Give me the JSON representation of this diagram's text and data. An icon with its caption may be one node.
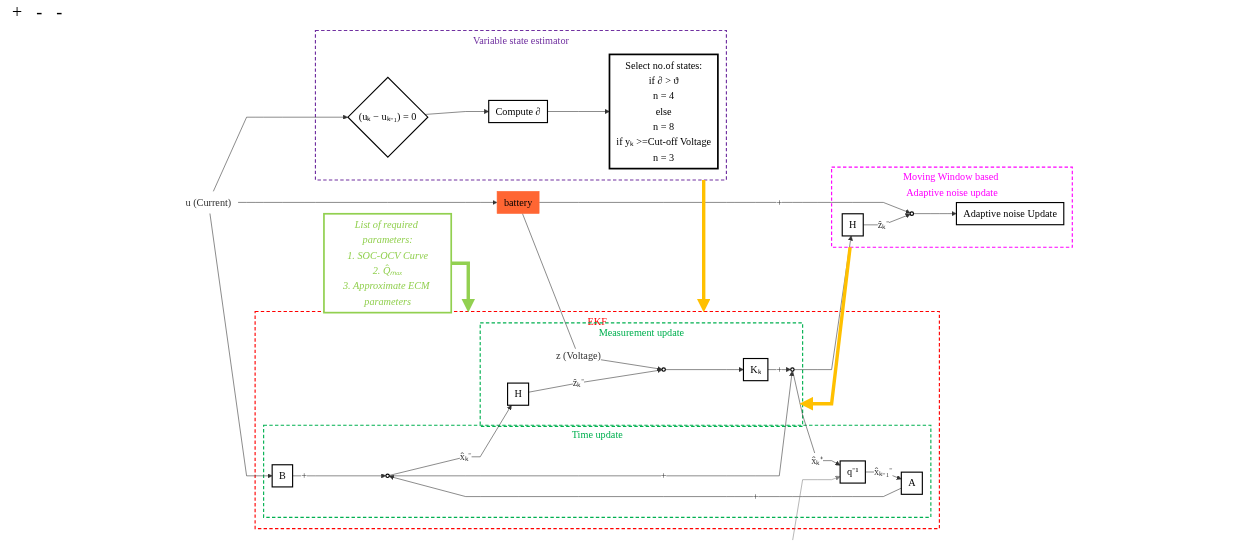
{
  "diagram": {
    "nodes": [
      {
        "text": [
          "EKF"
        ]
      },
      {
        "text": [
          "Time update"
        ],
        "in": 0
      },
      {
        "text": [
          "Measurement update"
        ],
        "in": 0
      },
      {
        "text": [
          "Variable state estimator"
        ]
      },
      {
        "text": [
          "Moving Window based Adaptive noise update"
        ]
      },
      {
        "text": [
          "u (Current)"
        ]
      },
      {
        "text": [
          "battery"
        ]
      },
      {
        "text": [
          "List of required parameters:",
          "1. SOC-OCV Curve",
          "2. Q̂ₘₐₓ",
          "3. Approximate ECM parameters"
        ]
      },
      {
        "text": [
          "B"
        ],
        "in": 1
      },
      {
        "text": [],
        "shape": "circle",
        "in": 1
      },
      {
        "text": [
          "A"
        ],
        "in": 1
      },
      {
        "text": [
          "q⁻¹"
        ],
        "in": 1
      },
      {
        "text": [
          "H"
        ],
        "in": 2
      },
      {
        "text": [],
        "shape": "circle",
        "in": 2
      },
      {
        "text": [],
        "shape": "circle",
        "in": 2
      },
      {
        "text": [
          "Kₖ"
        ],
        "in": 2
      },
      {
        "text": [
          "(uₖ − uₖ₋₁) = 0"
        ],
        "in": 3
      },
      {
        "text": [
          "Compute ∂"
        ],
        "in": 3
      },
      {
        "text": [
          "Select no.of states:",
          "if ∂ > ϑ",
          "n = 4",
          "else",
          "n = 8",
          "if yₖ >=Cut-off Voltage",
          "n = 3"
        ],
        "in": 3
      },
      {
        "text": [
          "H"
        ],
        "in": 4
      },
      {
        "text": [],
        "shape": "circle",
        "in": 4
      },
      {
        "text": [
          "Adaptive noise Update"
        ],
        "in": 4
      }
    ],
    "edges": [
      {
        "from": 5,
        "to": 6,
        "arrow": "to"
      },
      {
        "from": 5,
        "to": 8,
        "arrow": "to"
      },
      {
        "from": 5,
        "to": 16,
        "arrow": "to"
      },
      {
        "from": 6,
        "to": 13,
        "arrow": "to",
        "label": "z (Voltage)"
      },
      {
        "from": 6,
        "to": 20,
        "arrow": "to",
        "label": "+"
      },
      {
        "from": 8,
        "to": 9,
        "arrow": "to",
        "label": "+"
      },
      {
        "from": 10,
        "to": 9,
        "arrow": "to",
        "label": "+"
      },
      {
        "from": 9,
        "to": 12,
        "arrow": "to",
        "label": "x̂ₖ⁻"
      },
      {
        "from": 9,
        "to": 14,
        "arrow": "to",
        "label": "+"
      },
      {
        "from": 12,
        "to": 13,
        "arrow": "to",
        "label": "ẑₖ⁻"
      },
      {
        "from": 13,
        "to": 15,
        "arrow": "to"
      },
      {
        "from": 15,
        "to": 14,
        "arrow": "to",
        "label": "+"
      },
      {
        "from": 14,
        "to": 11,
        "arrow": "to",
        "label": "x̂ₖ⁺"
      },
      {
        "from": 11,
        "to": 10,
        "arrow": "to",
        "label": "x̂ₖ₋₁⁻"
      },
      {
        "from": null,
        "to": 11,
        "arrow": "to",
        "color": "#808080"
      },
      {
        "from": 14,
        "to": 19,
        "arrow": "to"
      },
      {
        "from": 19,
        "to": 20,
        "arrow": "to",
        "label": "ẑₖ⁻"
      },
      {
        "from": 20,
        "to": 21,
        "arrow": "to"
      },
      {
        "from": 16,
        "to": 17,
        "arrow": "to"
      },
      {
        "from": 17,
        "to": 18,
        "arrow": "to"
      },
      {
        "from": 7,
        "to": 0,
        "arrow": "to",
        "style": "thick",
        "color": "#92d050"
      },
      {
        "from": 3,
        "to": 0,
        "arrow": "to",
        "style": "thick",
        "color": "#ffc000"
      },
      {
        "from": 4,
        "to": 2,
        "arrow": "to",
        "style": "thick",
        "color": "#ffc000"
      }
    ],
    "labels": [
      "+",
      "-",
      "-"
    ]
  }
}
